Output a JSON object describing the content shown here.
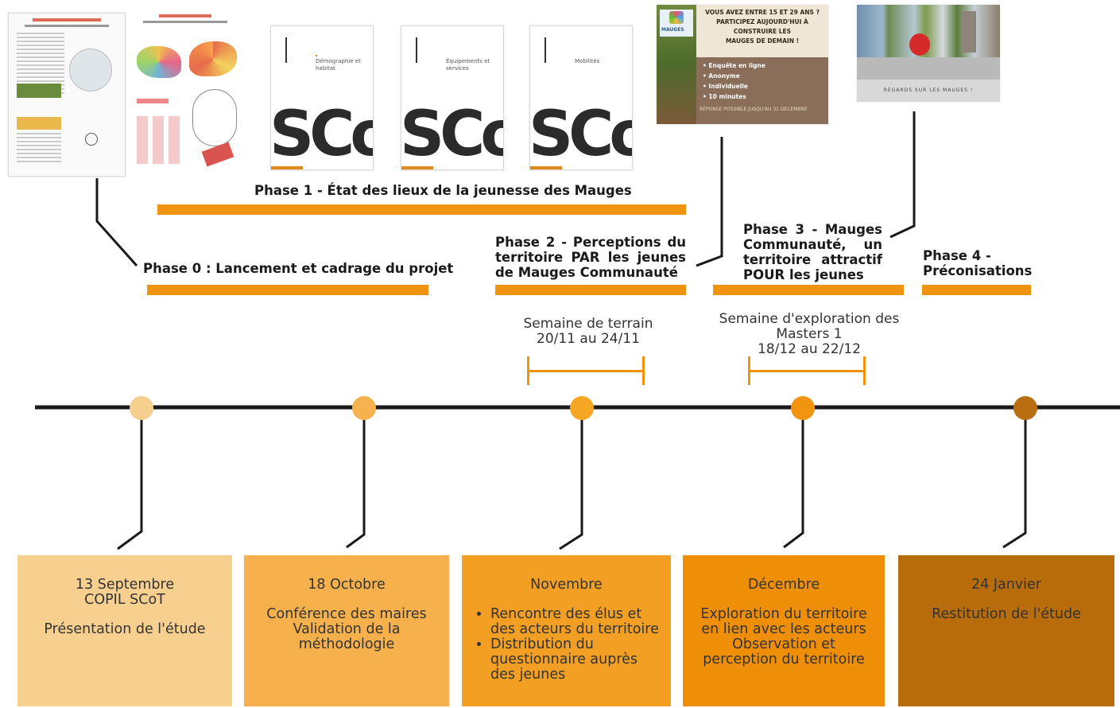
{
  "phases": {
    "phase1": "Phase 1 - État des lieux de la jeunesse des Mauges",
    "phase0": "Phase 0 : Lancement et cadrage du projet",
    "phase2_lines": [
      "Phase 2 - Perceptions du",
      "territoire PAR les jeunes",
      "de Mauges Communauté"
    ],
    "phase3_lines": [
      "Phase 3 - Mauges",
      "Communauté, un",
      "territoire attractif",
      "POUR les jeunes"
    ],
    "phase4_lines": [
      "Phase 4 -",
      "Préconisations"
    ]
  },
  "weeks": {
    "terrain_lines": [
      "Semaine de terrain",
      "20/11 au 24/11"
    ],
    "exploration_lines": [
      "Semaine d'exploration des",
      "Masters 1",
      "18/12 au 22/12"
    ]
  },
  "thumbnails": {
    "scot_word": "SCoT",
    "doc1_title": "Démographie et habitat",
    "doc2_title": "Équipements et services",
    "doc3_title": "Mobilités",
    "survey_lines": [
      "VOUS AVEZ ENTRE 15 ET 29 ANS ?",
      "PARTICIPEZ AUJOURD'HUI À",
      "CONSTRUIRE LES",
      "MAUGES DE DEMAIN !"
    ],
    "survey_bullets": [
      "Enquête en ligne",
      "Anonyme",
      "Individuelle",
      "10 minutes"
    ],
    "survey_footer": "RÉPONSE POSSIBLE JUSQU'AU 31 DÉCEMBRE",
    "survey_logo": "MAUGES",
    "photo_caption": "REGARDS SUR LES MAUGES !"
  },
  "milestones": [
    {
      "title_lines": [
        "13 Septembre",
        "COPIL SCoT"
      ],
      "body_lines": [
        "Présentation de l'étude"
      ]
    },
    {
      "title_lines": [
        "18 Octobre"
      ],
      "body_lines": [
        "Conférence des maires",
        "Validation de la",
        "méthodologie"
      ]
    },
    {
      "title_lines": [
        "Novembre"
      ],
      "bullets": [
        "Rencontre des élus et des acteurs du territoire",
        "Distribution du questionnaire auprès des jeunes"
      ]
    },
    {
      "title_lines": [
        "Décembre"
      ],
      "body_lines": [
        "Exploration du territoire",
        "en lien avec les acteurs",
        "Observation et",
        "perception du territoire"
      ]
    },
    {
      "title_lines": [
        "24 Janvier"
      ],
      "body_lines": [
        "Restitution de l'étude"
      ]
    }
  ],
  "colors": {
    "accent_bar": "#ef9310",
    "box1": "#f7d08f",
    "box2": "#f6b14c",
    "box3": "#f29f23",
    "box4": "#ef8f08",
    "box5": "#b86c0a",
    "dot1": "#f5cf8d",
    "dot2": "#f5b24e",
    "dot3": "#f5a623",
    "dot4": "#f29410",
    "dot5": "#b96f10",
    "timeline": "#1a1a1a"
  }
}
